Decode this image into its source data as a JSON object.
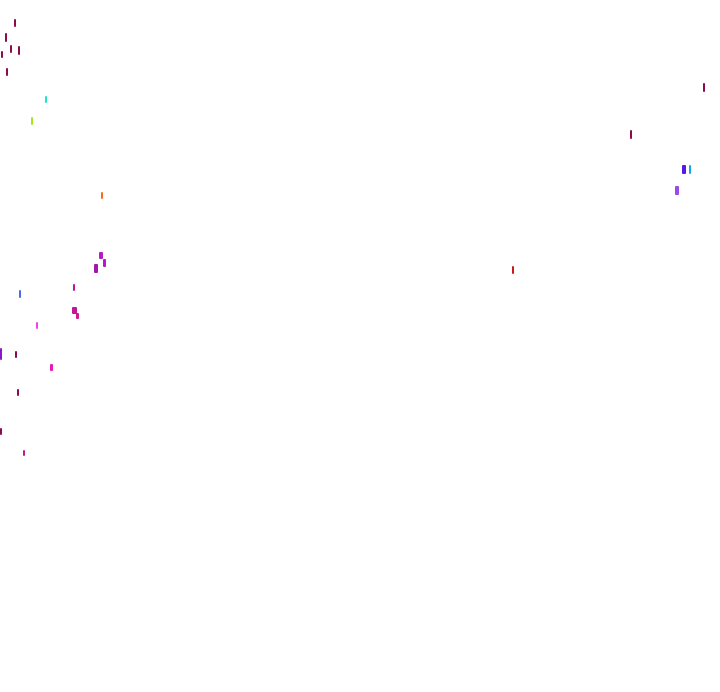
{
  "background": "#ffffff",
  "marks": [
    {
      "name": "marker-maroon-1",
      "color": "#8b0a50"
    },
    {
      "name": "marker-maroon-2",
      "color": "#8b0a50"
    },
    {
      "name": "marker-maroon-3",
      "color": "#8b0a50"
    },
    {
      "name": "marker-maroon-4",
      "color": "#8b0a50"
    },
    {
      "name": "marker-maroon-5",
      "color": "#8b0a50"
    },
    {
      "name": "marker-maroon-6",
      "color": "#8b0a50"
    },
    {
      "name": "marker-cyan",
      "color": "#19e6c8"
    },
    {
      "name": "marker-lime",
      "color": "#a6e619"
    },
    {
      "name": "marker-orange",
      "color": "#ff6a1a"
    },
    {
      "name": "marker-magenta-1",
      "color": "#b819c8"
    },
    {
      "name": "marker-magenta-2",
      "color": "#b819c8"
    },
    {
      "name": "marker-magenta-3",
      "color": "#a018a8"
    },
    {
      "name": "marker-magenta-4",
      "color": "#c0188a"
    },
    {
      "name": "marker-blue-1",
      "color": "#4a6ae6"
    },
    {
      "name": "marker-magenta-5",
      "color": "#c01896"
    },
    {
      "name": "marker-magenta-6",
      "color": "#d01890"
    },
    {
      "name": "marker-pink-1",
      "color": "#e64ae6"
    },
    {
      "name": "marker-purple-1",
      "color": "#8a18c8"
    },
    {
      "name": "marker-maroon-7",
      "color": "#8b0a50"
    },
    {
      "name": "marker-pink-2",
      "color": "#e619b8"
    },
    {
      "name": "marker-maroon-8",
      "color": "#8b0a50"
    },
    {
      "name": "marker-maroon-9",
      "color": "#8b0a50"
    },
    {
      "name": "marker-pink-3",
      "color": "#c01896"
    },
    {
      "name": "marker-red-1",
      "color": "#c81818"
    },
    {
      "name": "marker-maroon-10",
      "color": "#8b0a50"
    },
    {
      "name": "marker-maroon-11",
      "color": "#8b0a50"
    },
    {
      "name": "marker-indigo-1",
      "color": "#5a18e6"
    },
    {
      "name": "marker-skyblue-1",
      "color": "#19a6e6"
    },
    {
      "name": "marker-violet-1",
      "color": "#9a4ae6"
    }
  ]
}
